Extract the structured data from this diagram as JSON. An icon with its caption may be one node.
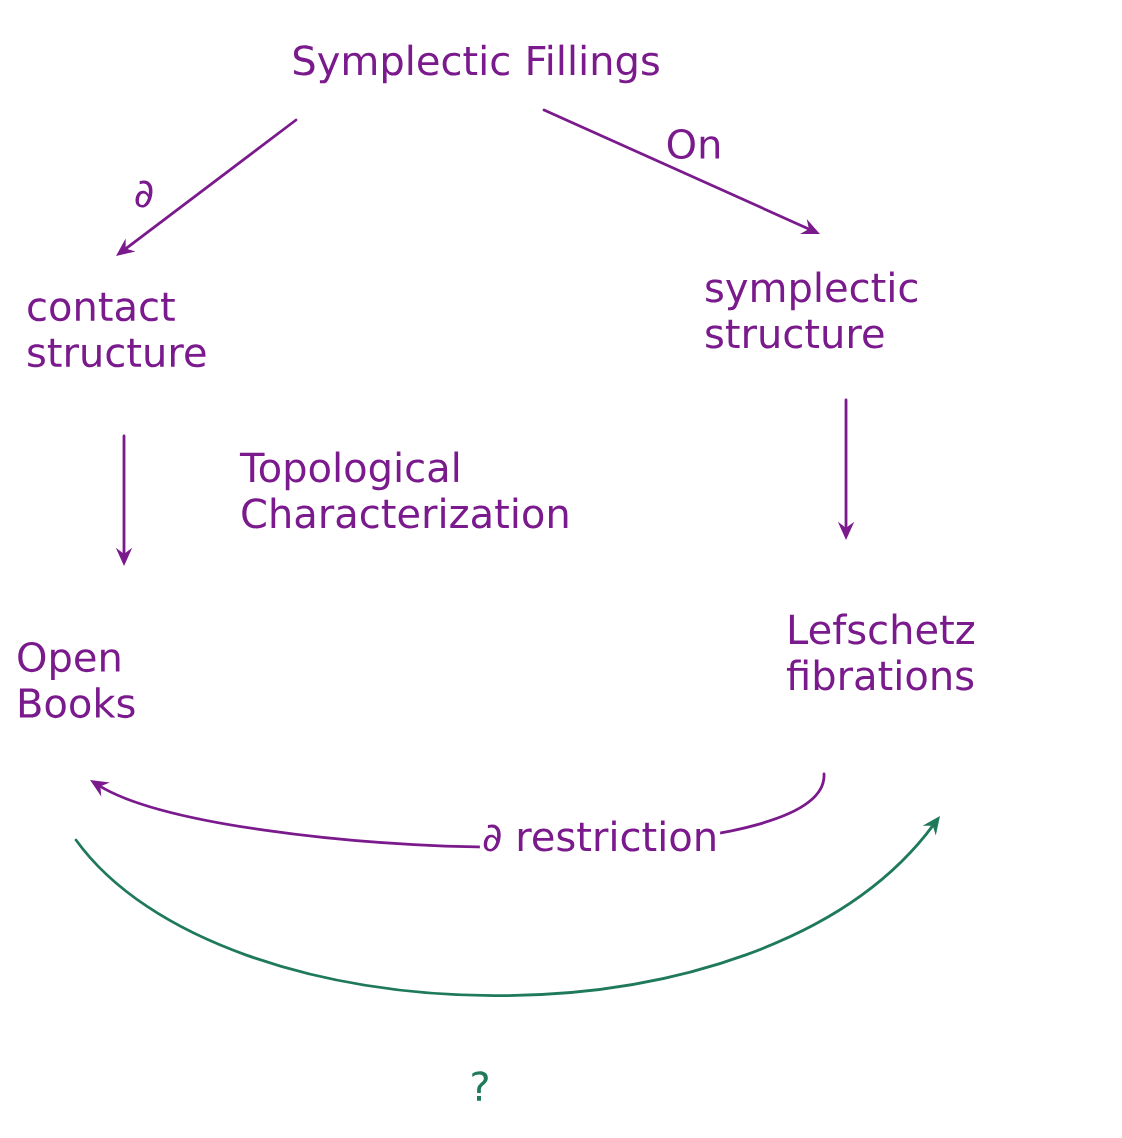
{
  "diagram": {
    "nodes": [
      {
        "text": [
          "Symplectic Fillings"
        ]
      },
      {
        "text": [
          "contact structure"
        ]
      },
      {
        "text": [
          "symplectic structure"
        ]
      },
      {
        "text": [
          "Open Books"
        ]
      },
      {
        "text": [
          "Lefschetz fibrations"
        ]
      }
    ],
    "edges": [
      {
        "from": 0,
        "to": 1,
        "arrow": "to",
        "label": "∂"
      },
      {
        "from": 0,
        "to": 2,
        "arrow": "to",
        "label": "On"
      },
      {
        "from": 1,
        "to": 3,
        "arrow": "to"
      },
      {
        "from": 2,
        "to": 4,
        "arrow": "to"
      },
      {
        "from": 4,
        "to": 3,
        "arrow": "to",
        "label": "∂ restriction"
      },
      {
        "from": 3,
        "to": 4,
        "arrow": "to",
        "label": "?",
        "color": "#1f7a5a"
      }
    ],
    "labels": [
      "Topological Characterization"
    ]
  }
}
